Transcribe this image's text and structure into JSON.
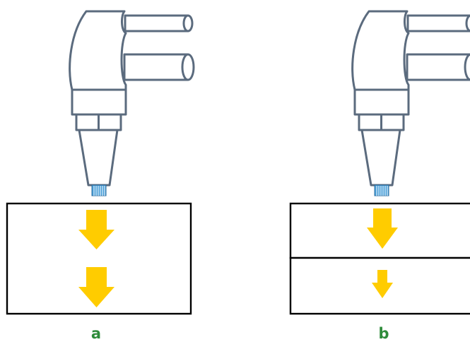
{
  "panels": [
    {
      "label": "a",
      "layers": 1,
      "arrows": [
        "large",
        "large"
      ]
    },
    {
      "label": "b",
      "layers": 2,
      "arrows": [
        "large",
        "small"
      ]
    }
  ],
  "colors": {
    "label": "#2e8b3a",
    "arrow": "#ffcc00",
    "tool_outline": "#5b6b7e",
    "tip": "#4a9fd8",
    "block_outline": "#000000"
  },
  "icons": {
    "tool": "ultrasonic-transducer-icon",
    "arrow": "down-arrow-icon"
  }
}
